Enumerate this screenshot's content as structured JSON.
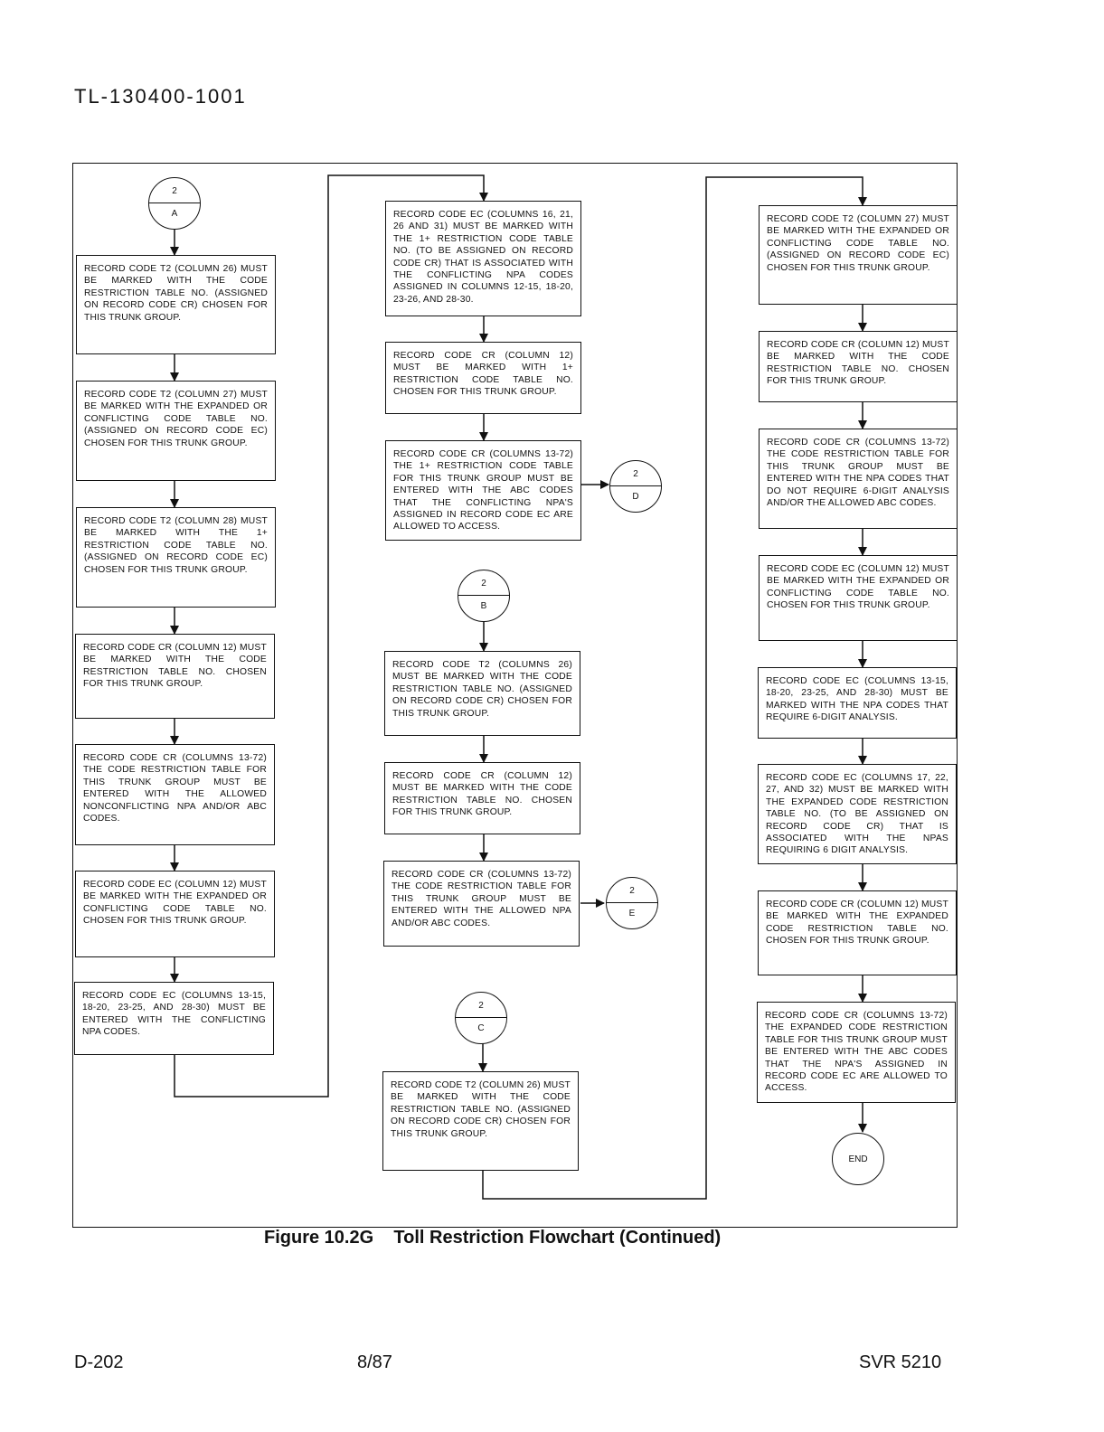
{
  "header": {
    "doc_id": "TL-130400-1001"
  },
  "caption": "Figure 10.2G    Toll Restriction Flowchart (Continued)",
  "footer": {
    "left": "D-202",
    "center": "8/87",
    "right": "SVR 5210"
  },
  "connectors": {
    "a": {
      "number": "2",
      "letter": "A"
    },
    "b": {
      "number": "2",
      "letter": "B"
    },
    "c": {
      "number": "2",
      "letter": "C"
    },
    "d": {
      "number": "2",
      "letter": "D"
    },
    "e": {
      "number": "2",
      "letter": "E"
    },
    "end": "END"
  },
  "column1": [
    "RECORD CODE T2 (COLUMN 26) MUST BE MARKED WITH THE CODE RESTRICTION TABLE NO. (ASSIGNED ON RECORD CODE CR) CHOSEN FOR THIS TRUNK GROUP.",
    "RECORD CODE T2 (COLUMN 27) MUST BE MARKED WITH THE EXPANDED OR CONFLICTING CODE TABLE NO. (ASSIGNED ON RECORD CODE EC) CHOSEN FOR THIS TRUNK GROUP.",
    "RECORD CODE T2 (COLUMN 28) MUST BE MARKED WITH THE 1+ RESTRICTION CODE TABLE NO. (ASSIGNED ON RECORD CODE EC) CHOSEN FOR THIS TRUNK GROUP.",
    "RECORD CODE CR (COLUMN 12) MUST BE MARKED WITH THE CODE RESTRICTION TABLE NO. CHOSEN FOR THIS TRUNK GROUP.",
    "RECORD CODE CR (COLUMNS 13-72) THE CODE RESTRICTION TABLE FOR THIS TRUNK GROUP MUST BE ENTERED WITH THE ALLOWED NONCONFLICTING NPA AND/OR ABC CODES.",
    "RECORD CODE EC (COLUMN 12) MUST BE MARKED WITH THE EXPANDED OR CONFLICTING CODE TABLE NO. CHOSEN FOR THIS TRUNK GROUP.",
    "RECORD CODE EC (COLUMNS 13-15, 18-20, 23-25, AND 28-30) MUST BE ENTERED WITH THE CONFLICTING NPA CODES."
  ],
  "column2": [
    "RECORD CODE EC (COLUMNS 16, 21, 26 and 31) MUST BE MARKED WITH THE 1+ RESTRICTION CODE TABLE NO. (TO BE ASSIGNED ON RECORD CODE CR) THAT IS ASSOCIATED WITH THE CONFLICTING NPA CODES ASSIGNED IN COLUMNS 12-15, 18-20, 23-26, AND 28-30.",
    "RECORD CODE CR (COLUMN 12) MUST BE MARKED WITH 1+ RESTRICTION CODE TABLE NO. CHOSEN FOR THIS TRUNK GROUP.",
    "RECORD CODE CR (COLUMNS 13-72) THE 1+ RESTRICTION CODE TABLE FOR THIS TRUNK GROUP MUST BE ENTERED WITH THE ABC CODES THAT THE CONFLICTING NPA'S ASSIGNED IN RECORD CODE EC ARE ALLOWED TO ACCESS.",
    "RECORD CODE T2 (COLUMNS 26) MUST BE MARKED WITH THE CODE RESTRICTION TABLE NO. (ASSIGNED ON RECORD CODE CR) CHOSEN FOR THIS TRUNK GROUP.",
    "RECORD CODE CR (COLUMN 12) MUST BE MARKED WITH THE CODE RESTRICTION TABLE NO. CHOSEN FOR THIS TRUNK GROUP.",
    "RECORD CODE CR (COLUMNS 13-72) THE CODE RESTRICTION TABLE FOR THIS TRUNK GROUP MUST BE ENTERED WITH THE ALLOWED NPA AND/OR ABC CODES.",
    "RECORD CODE T2 (COLUMN 26) MUST BE MARKED WITH THE CODE RESTRICTION TABLE NO. (ASSIGNED ON RECORD CODE CR) CHOSEN FOR THIS TRUNK GROUP."
  ],
  "column3": [
    "RECORD CODE T2 (COLUMN 27) MUST BE MARKED WITH THE EXPANDED OR CONFLICTING CODE TABLE NO. (ASSIGNED ON RECORD CODE EC) CHOSEN FOR THIS TRUNK GROUP.",
    "RECORD CODE CR (COLUMN 12) MUST BE MARKED WITH THE CODE RESTRICTION TABLE NO. CHOSEN FOR THIS TRUNK GROUP.",
    "RECORD CODE CR (COLUMNS 13-72) THE CODE RESTRICTION TABLE FOR THIS TRUNK GROUP MUST BE ENTERED WITH THE NPA CODES THAT DO NOT REQUIRE 6-DIGIT ANALYSIS AND/OR THE ALLOWED ABC CODES.",
    "RECORD CODE EC (COLUMN 12) MUST BE MARKED WITH THE EXPANDED OR CONFLICTING CODE TABLE NO. CHOSEN FOR THIS TRUNK GROUP.",
    "RECORD CODE EC (COLUMNS 13-15, 18-20, 23-25, AND 28-30) MUST BE MARKED WITH THE NPA CODES THAT REQUIRE 6-DIGIT ANALYSIS.",
    "RECORD CODE EC (COLUMNS 17, 22, 27, and 32) MUST BE MARKED WITH THE EXPANDED CODE RESTRICTION TABLE NO. (TO BE ASSIGNED ON RECORD CODE CR) THAT IS ASSOCIATED WITH THE NPAS REQUIRING 6 DIGIT ANALYSIS.",
    "RECORD CODE CR (COLUMN 12) MUST BE MARKED WITH THE EXPANDED CODE RESTRICTION TABLE NO. CHOSEN FOR THIS TRUNK GROUP.",
    "RECORD CODE CR (COLUMNS 13-72) THE EXPANDED CODE RESTRICTION TABLE FOR THIS TRUNK GROUP MUST BE ENTERED WITH THE ABC CODES THAT THE NPA's ASSIGNED IN RECORD CODE EC ARE ALLOWED TO ACCESS."
  ]
}
